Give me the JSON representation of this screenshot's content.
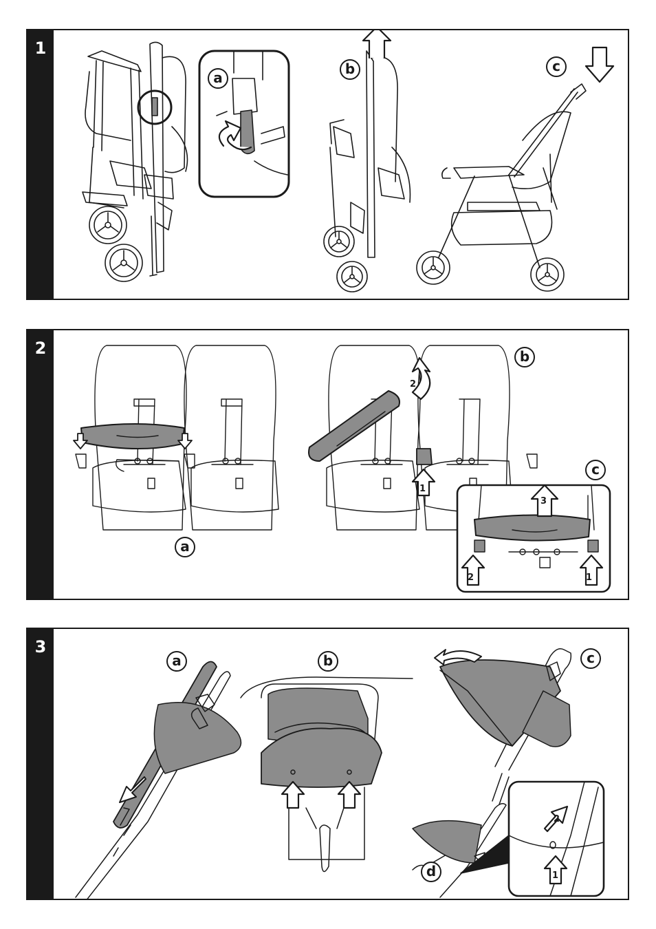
{
  "panels": [
    {
      "number": "1",
      "labels": [
        "a",
        "b",
        "c"
      ]
    },
    {
      "number": "2",
      "labels": [
        "a",
        "b",
        "c"
      ],
      "step_numbers": [
        "1",
        "2",
        "1",
        "2",
        "3"
      ]
    },
    {
      "number": "3",
      "labels": [
        "a",
        "b",
        "c",
        "d"
      ],
      "step_numbers": [
        "1",
        "2"
      ]
    }
  ],
  "colors": {
    "line": "#1a1a1a",
    "fill_gray": "#8c8c8c",
    "background": "#ffffff"
  }
}
